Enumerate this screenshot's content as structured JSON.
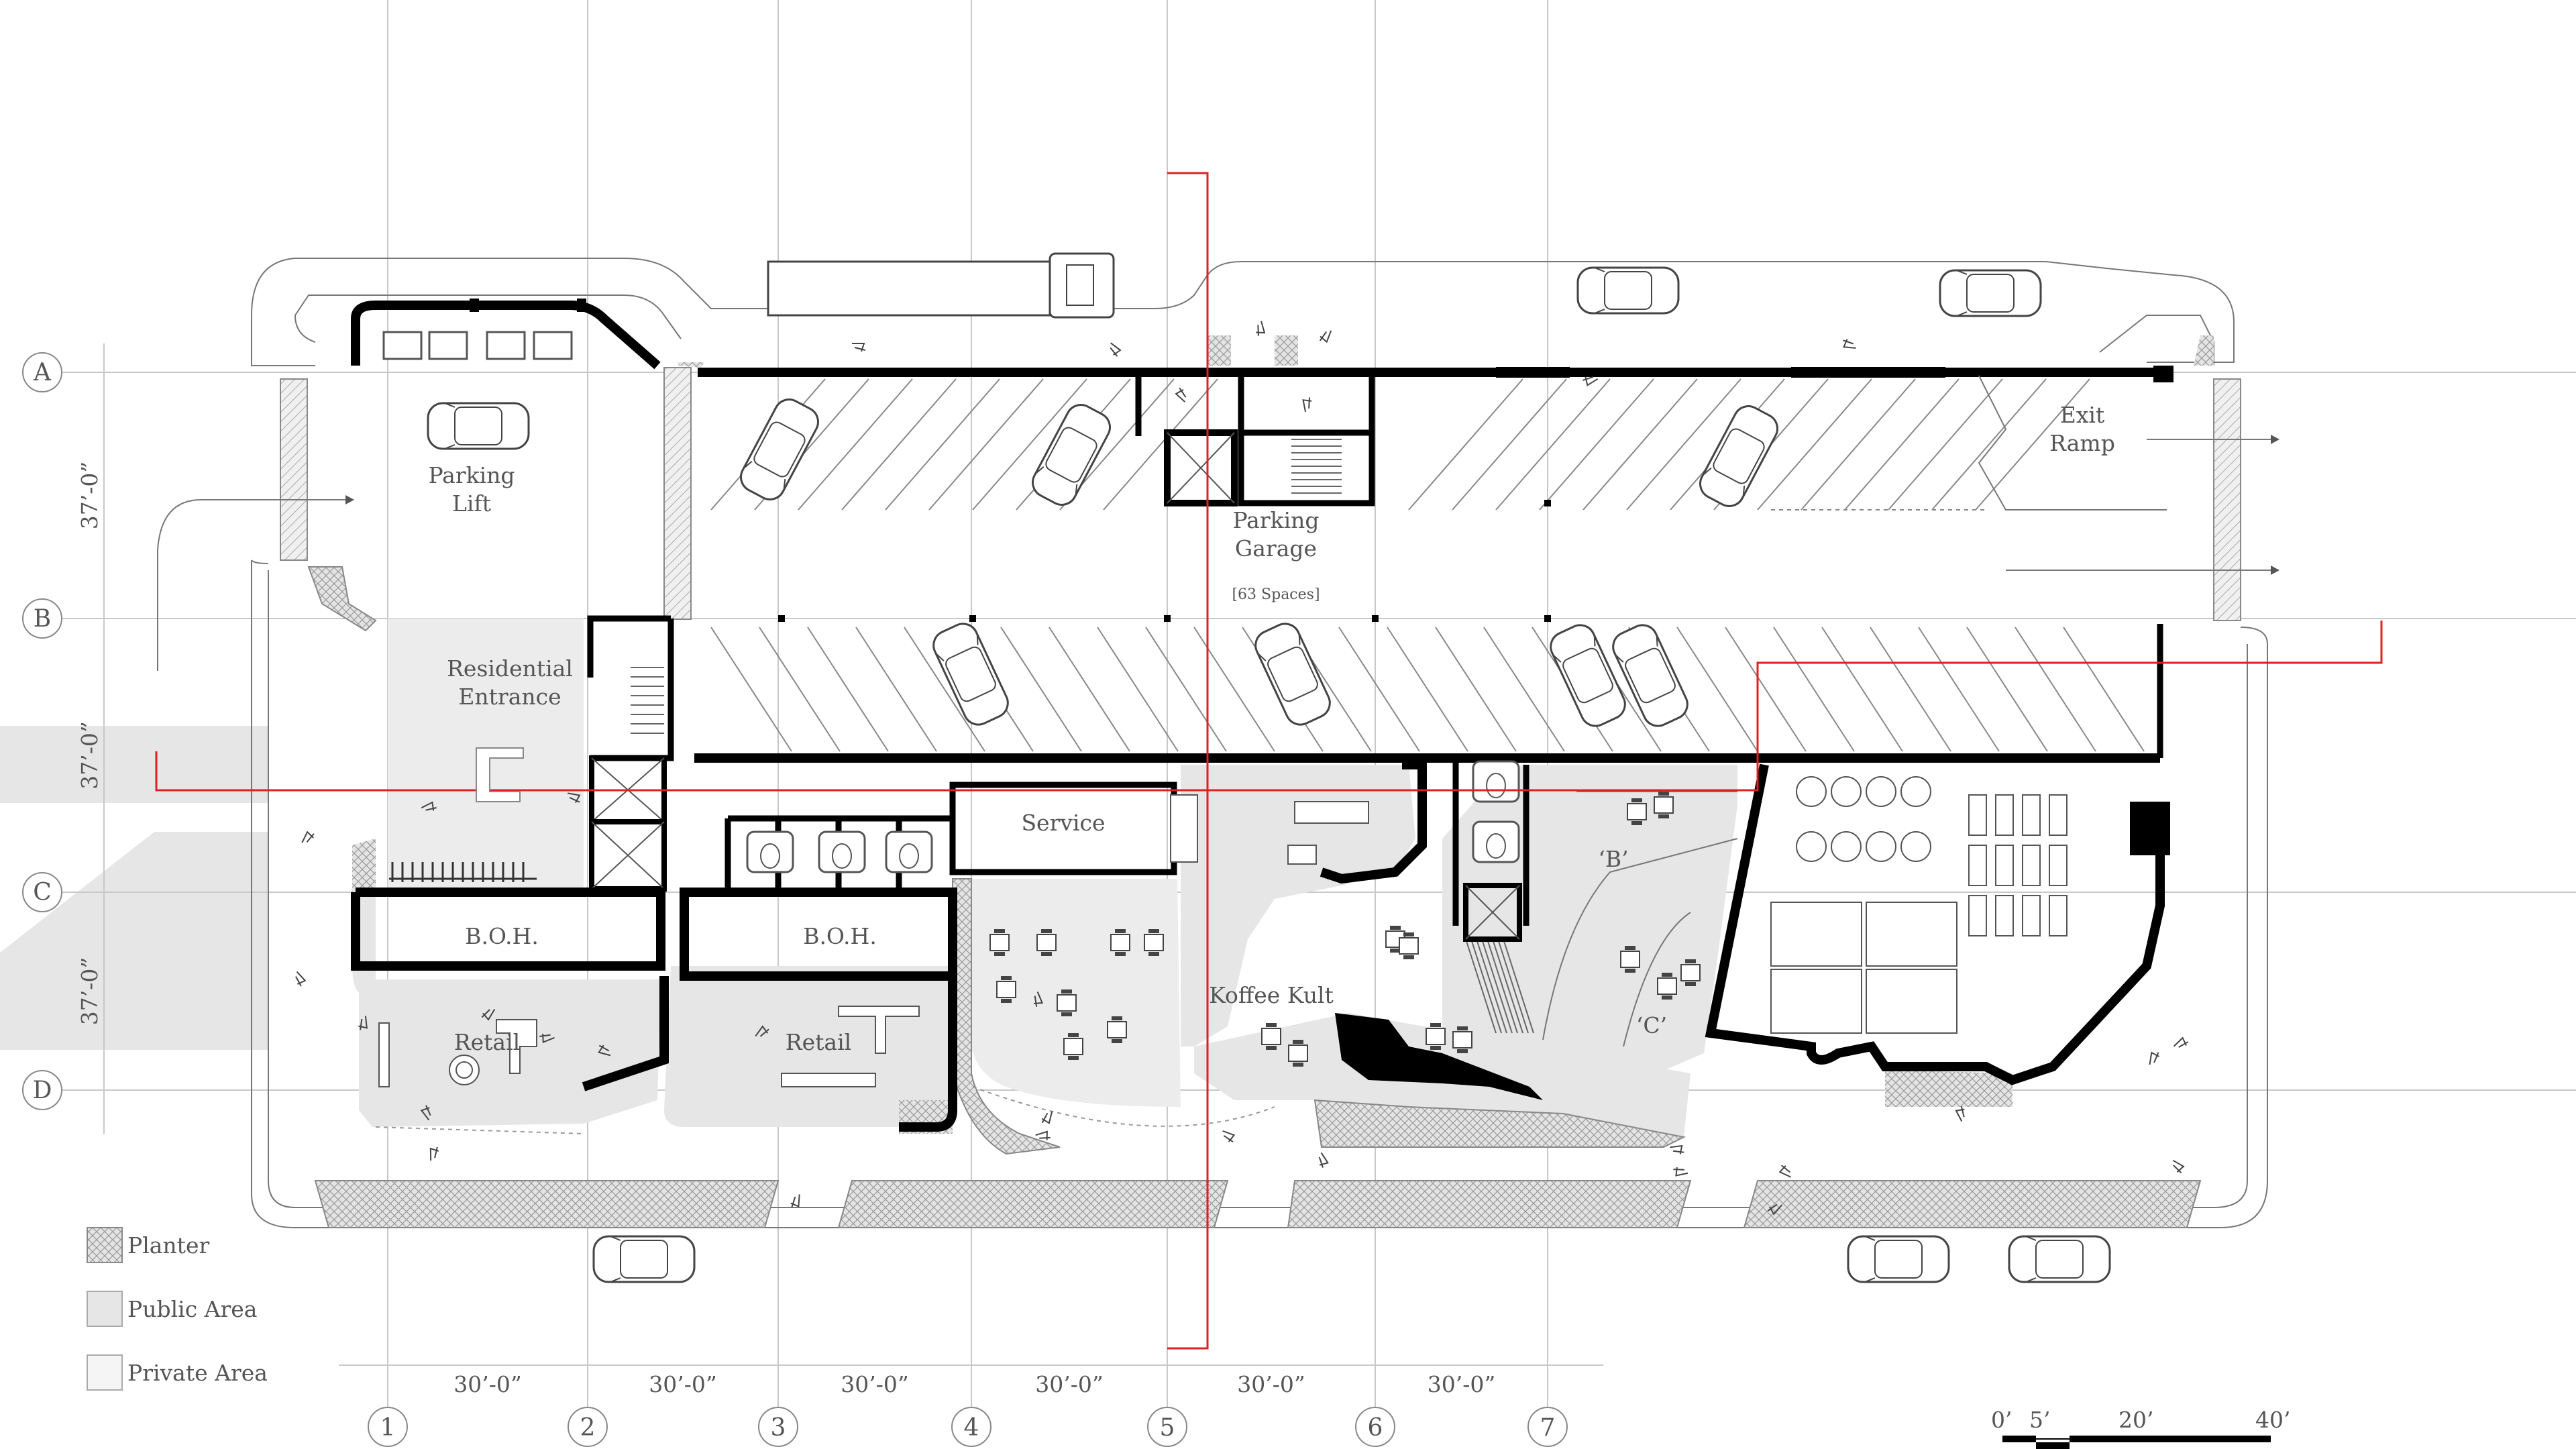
{
  "grid": {
    "columns": [
      "1",
      "2",
      "3",
      "4",
      "5",
      "6",
      "7"
    ],
    "rows": [
      "A",
      "B",
      "C",
      "D"
    ],
    "column_spacing": [
      "30’-0”",
      "30’-0”",
      "30’-0”",
      "30’-0”",
      "30’-0”",
      "30’-0”"
    ],
    "row_spacing": [
      "37’-0”",
      "37’-0”",
      "37’-0”"
    ]
  },
  "rooms": {
    "parking_lift": "Parking\nLift",
    "parking_garage": "Parking\nGarage",
    "garage_spaces": "[63 Spaces]",
    "exit_ramp": "Exit\nRamp",
    "residential_entrance": "Residential\nEntrance",
    "service": "Service",
    "boh_1": "B.O.H.",
    "boh_2": "B.O.H.",
    "retail_1": "Retail",
    "retail_2": "Retail",
    "koffee_kult": "Koffee Kult",
    "zone_b": "‘B’",
    "zone_c": "‘C’"
  },
  "legend": [
    {
      "label": "Planter",
      "pattern": "crosshatch"
    },
    {
      "label": "Public Area",
      "color": "#e6e6e6"
    },
    {
      "label": "Private Area",
      "color": "#f5f5f5"
    }
  ],
  "scale_bar": {
    "ticks": [
      "0’",
      "5’",
      "20’",
      "40’"
    ]
  },
  "colors": {
    "section_cut": "#dd2222",
    "wall": "#000000",
    "public_area": "#e6e6e6",
    "planter": "#d4d4d4"
  }
}
